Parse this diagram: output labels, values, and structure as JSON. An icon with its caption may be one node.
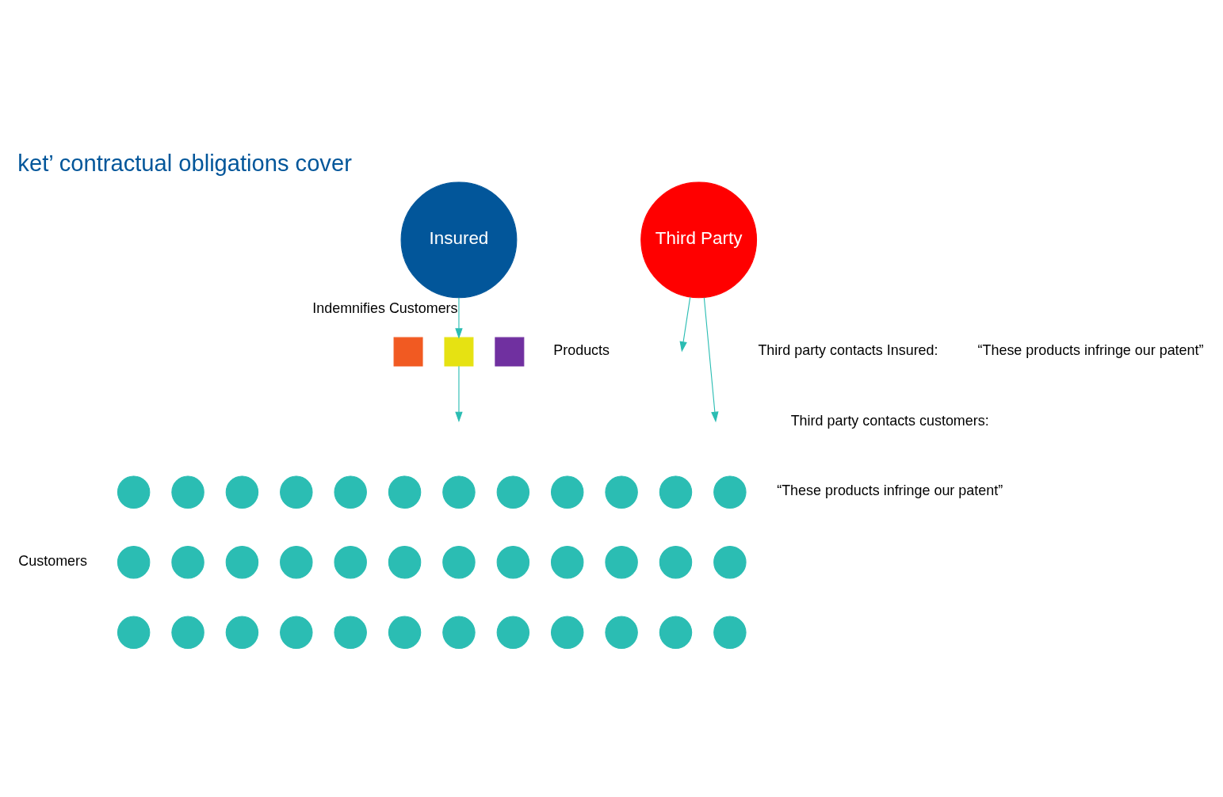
{
  "diagram": {
    "title": "ket’ contractual obligations cover",
    "nodes": [
      {
        "text": [
          "Insured"
        ]
      },
      {
        "text": [
          "Third Party"
        ]
      },
      {
        "text": [],
        "shape": "box"
      },
      {
        "text": [],
        "shape": "box"
      },
      {
        "text": [],
        "shape": "box"
      },
      {
        "text": [],
        "shape": "circle"
      },
      {
        "text": [],
        "shape": "circle"
      },
      {
        "text": [],
        "shape": "circle"
      },
      {
        "text": [],
        "shape": "circle"
      },
      {
        "text": [],
        "shape": "circle"
      },
      {
        "text": [],
        "shape": "circle"
      },
      {
        "text": [],
        "shape": "circle"
      },
      {
        "text": [],
        "shape": "circle"
      },
      {
        "text": [],
        "shape": "circle"
      },
      {
        "text": [],
        "shape": "circle"
      },
      {
        "text": [],
        "shape": "circle"
      },
      {
        "text": [],
        "shape": "circle"
      },
      {
        "text": [],
        "shape": "circle"
      },
      {
        "text": [],
        "shape": "circle"
      },
      {
        "text": [],
        "shape": "circle"
      },
      {
        "text": [],
        "shape": "circle"
      },
      {
        "text": [],
        "shape": "circle"
      },
      {
        "text": [],
        "shape": "circle"
      },
      {
        "text": [],
        "shape": "circle"
      },
      {
        "text": [],
        "shape": "circle"
      },
      {
        "text": [],
        "shape": "circle"
      },
      {
        "text": [],
        "shape": "circle"
      },
      {
        "text": [],
        "shape": "circle"
      },
      {
        "text": [],
        "shape": "circle"
      },
      {
        "text": [],
        "shape": "circle"
      },
      {
        "text": [],
        "shape": "circle"
      },
      {
        "text": [],
        "shape": "circle"
      },
      {
        "text": [],
        "shape": "circle"
      },
      {
        "text": [],
        "shape": "circle"
      },
      {
        "text": [],
        "shape": "circle"
      },
      {
        "text": [],
        "shape": "circle"
      },
      {
        "text": [],
        "shape": "circle"
      },
      {
        "text": [],
        "shape": "circle"
      },
      {
        "text": [],
        "shape": "circle"
      },
      {
        "text": [],
        "shape": "circle"
      },
      {
        "text": [],
        "shape": "circle"
      }
    ],
    "edges": [
      {
        "from": 1,
        "to": null,
        "arrow": "to"
      },
      {
        "from": 0,
        "to": 3,
        "label": "Indemnifies Customers",
        "arrow": "to"
      },
      {
        "from": 3,
        "to": null,
        "arrow": "to"
      },
      {
        "from": 1,
        "to": null,
        "arrow": "to"
      }
    ],
    "labels": [
      "Third party contacts Insured:",
      "“These products infringe our patent”",
      "Products",
      "Third party contacts customers:",
      "“These products infringe our patent”",
      "Customers"
    ]
  }
}
